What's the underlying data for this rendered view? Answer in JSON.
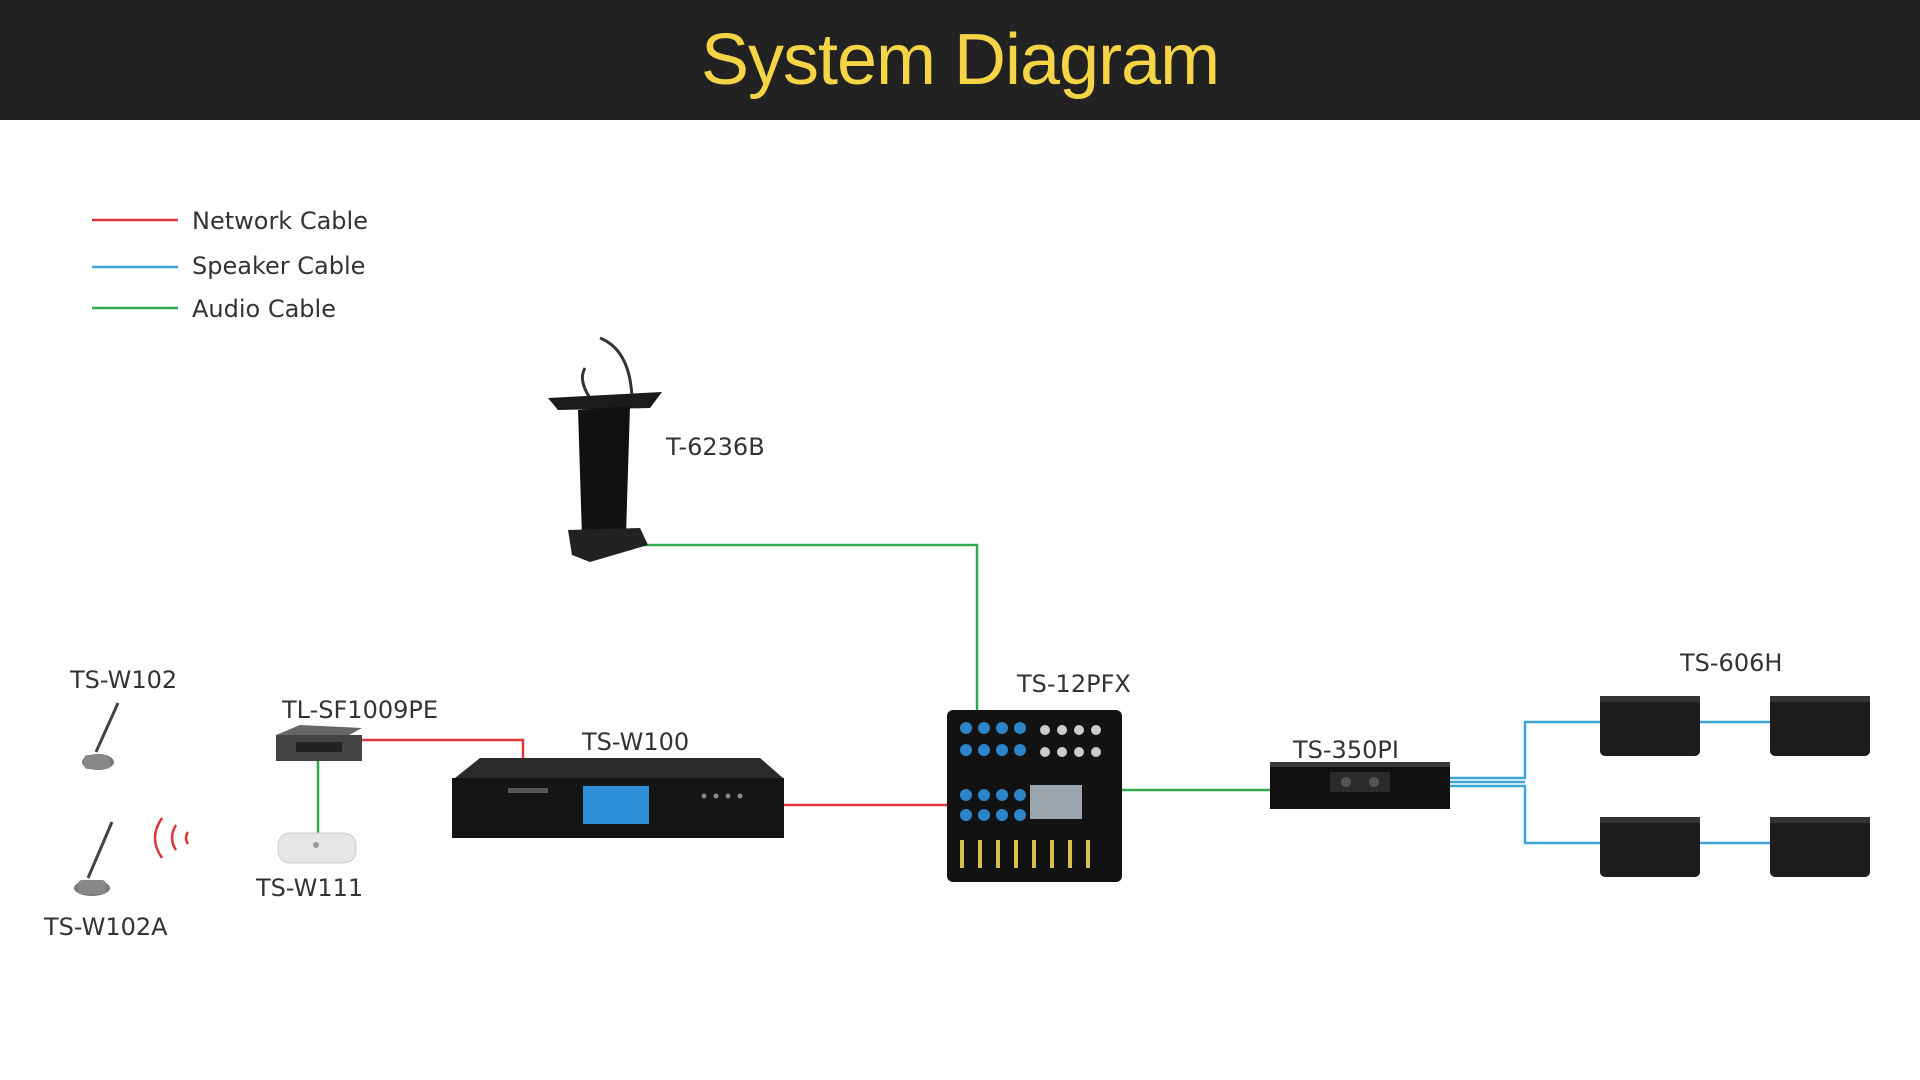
{
  "header": {
    "title": "System Diagram"
  },
  "legend": [
    {
      "label": "Network Cable",
      "color": "#d9363e"
    },
    {
      "label": "Speaker Cable",
      "color": "#3aa6d8"
    },
    {
      "label": "Audio Cable",
      "color": "#2faa4f"
    }
  ],
  "devices": {
    "podium": "T-6236B",
    "mic1": "TS-W102",
    "mic2": "TS-W102A",
    "switch": "TL-SF1009PE",
    "ap": "TS-W111",
    "controller": "TS-W100",
    "mixer": "TS-12PFX",
    "amp": "TS-350PI",
    "speakers": "TS-606H"
  },
  "colors": {
    "header_bg": "#222222",
    "title": "#f5d445",
    "network": "#d9363e",
    "speaker": "#3aa6d8",
    "audio": "#2faa4f"
  }
}
